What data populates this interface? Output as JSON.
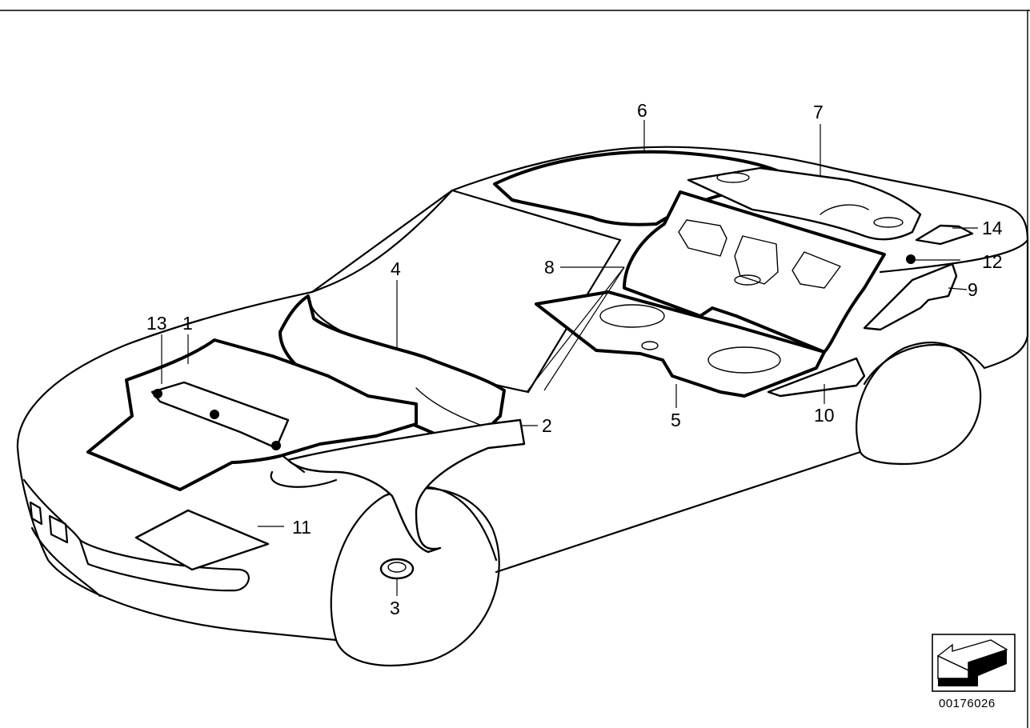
{
  "diagram": {
    "reference_number": "00176026",
    "callouts": [
      {
        "id": "callout-1",
        "label": "1"
      },
      {
        "id": "callout-2",
        "label": "2"
      },
      {
        "id": "callout-3",
        "label": "3"
      },
      {
        "id": "callout-4",
        "label": "4"
      },
      {
        "id": "callout-5",
        "label": "5"
      },
      {
        "id": "callout-6",
        "label": "6"
      },
      {
        "id": "callout-7",
        "label": "7"
      },
      {
        "id": "callout-8",
        "label": "8"
      },
      {
        "id": "callout-9",
        "label": "9"
      },
      {
        "id": "callout-10",
        "label": "10"
      },
      {
        "id": "callout-11",
        "label": "11"
      },
      {
        "id": "callout-12",
        "label": "12"
      },
      {
        "id": "callout-13",
        "label": "13"
      },
      {
        "id": "callout-14",
        "label": "14"
      }
    ],
    "nav_icon": "arrow-back-icon"
  }
}
